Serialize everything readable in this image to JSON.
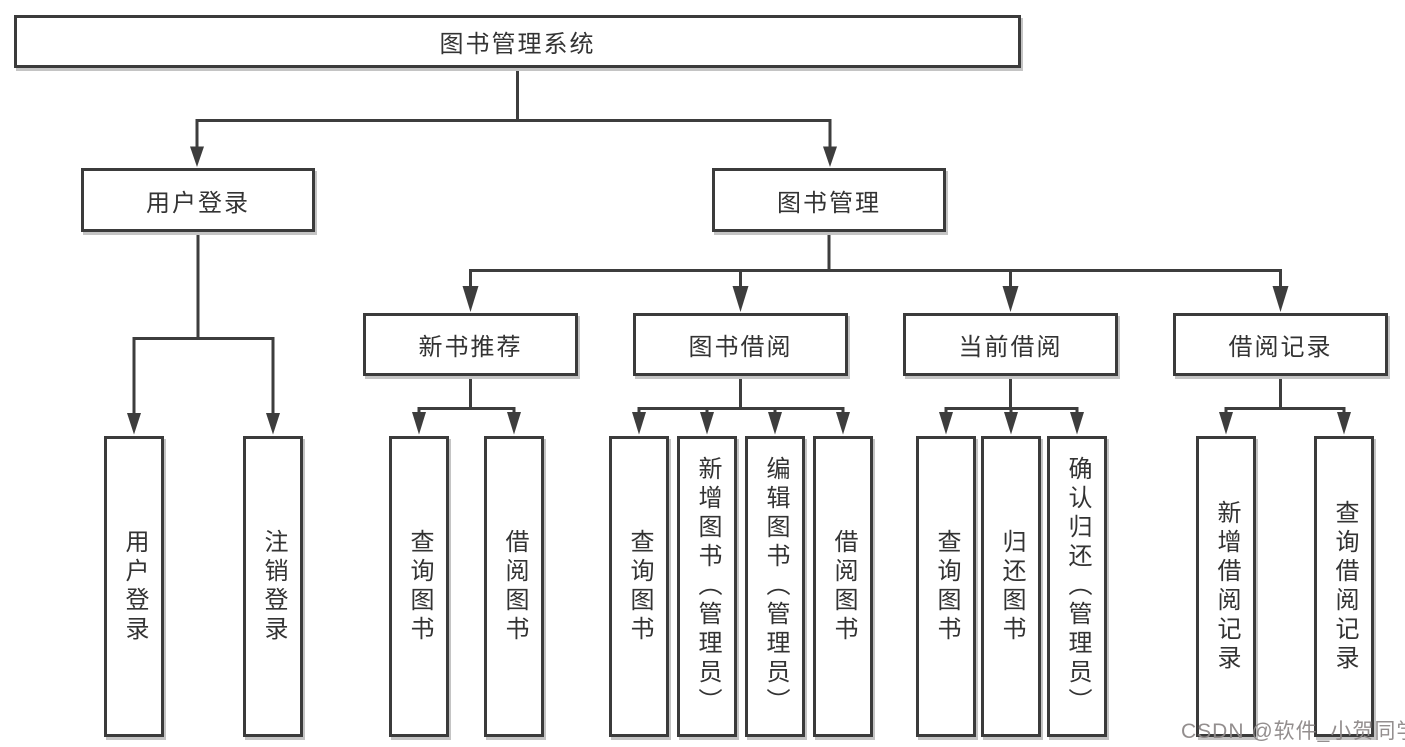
{
  "diagram": {
    "type": "hierarchy-tree",
    "root": "图书管理系统",
    "level2": {
      "user_login": "用户登录",
      "book_management": "图书管理"
    },
    "level3": {
      "new_book_recommendation": "新书推荐",
      "book_borrowing": "图书借阅",
      "current_borrowing": "当前借阅",
      "borrowing_records": "借阅记录"
    },
    "leaves": {
      "user_login": "用户登录",
      "logout": "注销登录",
      "nbr_query_books": "查询图书",
      "nbr_borrow_books": "借阅图书",
      "bb_query_books": "查询图书",
      "bb_add_books_admin": "新增图书（管理员）",
      "bb_edit_books_admin": "编辑图书（管理员）",
      "bb_borrow_books": "借阅图书",
      "cb_query_books": "查询图书",
      "cb_return_books": "归还图书",
      "cb_confirm_return_admin": "确认归还（管理员）",
      "br_add_record": "新增借阅记录",
      "br_query_record": "查询借阅记录"
    },
    "structure": [
      {
        "parent": "图书管理系统",
        "children": [
          "用户登录",
          "图书管理"
        ]
      },
      {
        "parent": "用户登录",
        "children": [
          "用户登录",
          "注销登录"
        ]
      },
      {
        "parent": "图书管理",
        "children": [
          "新书推荐",
          "图书借阅",
          "当前借阅",
          "借阅记录"
        ]
      },
      {
        "parent": "新书推荐",
        "children": [
          "查询图书",
          "借阅图书"
        ]
      },
      {
        "parent": "图书借阅",
        "children": [
          "查询图书",
          "新增图书（管理员）",
          "编辑图书（管理员）",
          "借阅图书"
        ]
      },
      {
        "parent": "当前借阅",
        "children": [
          "查询图书",
          "归还图书",
          "确认归还（管理员）"
        ]
      },
      {
        "parent": "借阅记录",
        "children": [
          "新增借阅记录",
          "查询借阅记录"
        ]
      }
    ]
  },
  "watermark": {
    "text": "CSDN @软件_小贺同学"
  },
  "colors": {
    "line": "#3d3d3d",
    "box_border": "#3b3b3b",
    "text": "#333333",
    "background": "#ffffff",
    "watermark": "#8e8989"
  }
}
